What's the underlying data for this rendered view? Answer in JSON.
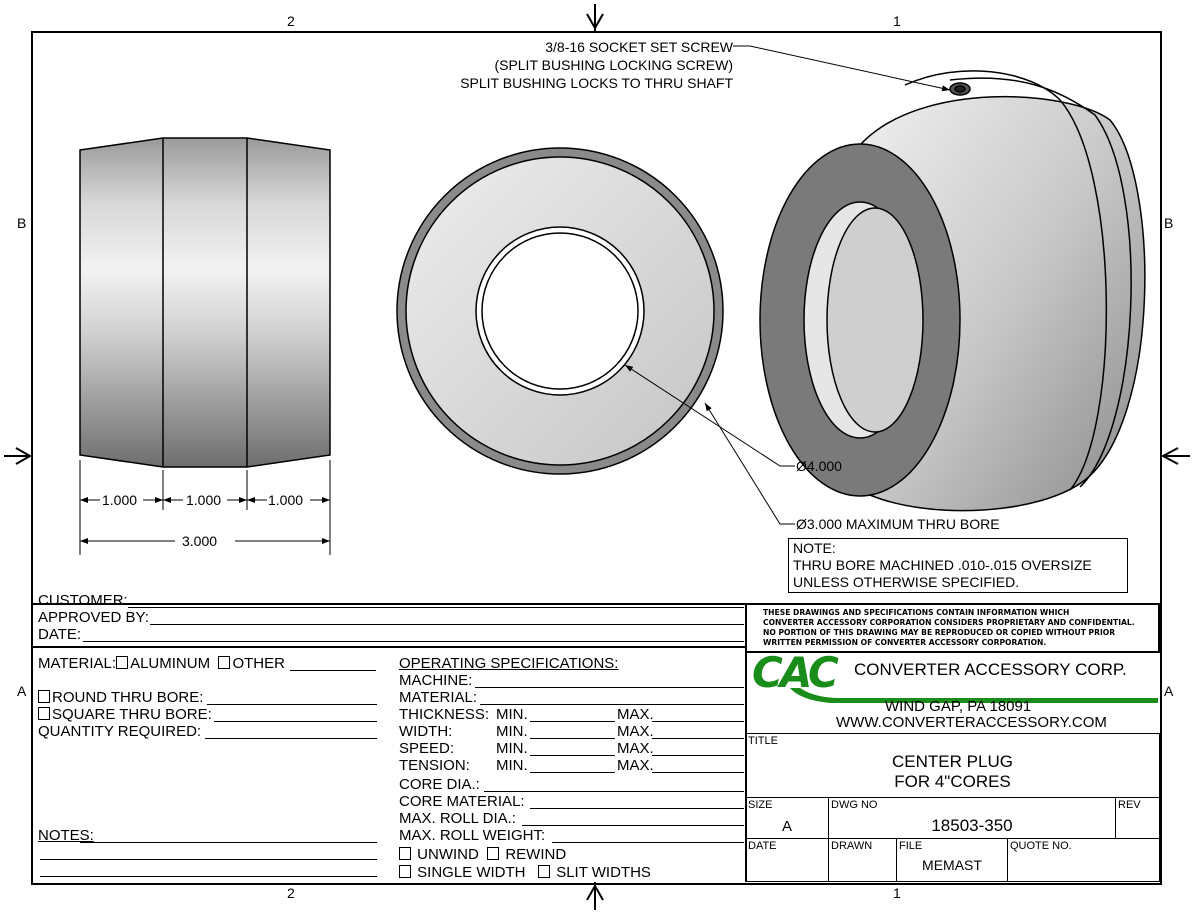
{
  "zones": {
    "top_left": "2",
    "top_right": "1",
    "bottom_left": "2",
    "bottom_right": "1",
    "left_upper": "B",
    "left_lower": "A",
    "right_upper": "B",
    "right_lower": "A"
  },
  "callouts": {
    "set_screw": [
      "3/8-16 SOCKET SET SCREW",
      "(SPLIT BUSHING LOCKING SCREW)",
      "SPLIT BUSHING LOCKS TO THRU SHAFT"
    ],
    "outer_dia": "Ø4.000",
    "bore": "Ø3.000 MAXIMUM THRU BORE",
    "note": [
      "NOTE:",
      "THRU BORE MACHINED .010-.015 OVERSIZE",
      "UNLESS OTHERWISE SPECIFIED."
    ]
  },
  "dimensions": {
    "seg1": "1.000",
    "seg2": "1.000",
    "seg3": "1.000",
    "overall": "3.000"
  },
  "form": {
    "customer": "CUSTOMER:",
    "approved_by": "APPROVED BY:",
    "date": "DATE:",
    "material": "MATERIAL:",
    "aluminum": "ALUMINUM",
    "other": "OTHER",
    "round_bore": "ROUND THRU BORE:",
    "square_bore": "SQUARE THRU BORE:",
    "quantity": "QUANTITY REQUIRED:",
    "notes": "NOTES:"
  },
  "specs": {
    "heading": "OPERATING SPECIFICATIONS:",
    "machine": "MACHINE:",
    "material": "MATERIAL:",
    "thickness": "THICKNESS:",
    "width": "WIDTH:",
    "speed": "SPEED:",
    "tension": "TENSION:",
    "min": "MIN.",
    "max": "MAX.",
    "core_dia": "CORE DIA.:",
    "core_material": "CORE MATERIAL:",
    "max_roll_dia": "MAX. ROLL DIA.:",
    "max_roll_weight": "MAX. ROLL WEIGHT:",
    "unwind": "UNWIND",
    "rewind": "REWIND",
    "single_width": "SINGLE WIDTH",
    "slit_widths": "SLIT WIDTHS"
  },
  "title_block": {
    "legal": [
      "THESE DRAWINGS AND SPECIFICATIONS CONTAIN INFORMATION WHICH",
      "CONVERTER ACCESSORY CORPORATION CONSIDERS PROPRIETARY AND CONFIDENTIAL.",
      "NO PORTION OF THIS DRAWING MAY BE REPRODUCED OR COPIED WITHOUT PRIOR",
      "WRITTEN PERMISSION OF CONVERTER ACCESSORY CORPORATION."
    ],
    "logo": "CAC",
    "company": "CONVERTER ACCESSORY CORP.",
    "address": "WIND GAP, PA 18091",
    "website": "WWW.CONVERTERACCESSORY.COM",
    "title_label": "TITLE",
    "title": [
      "CENTER PLUG",
      "FOR 4\"CORES"
    ],
    "size_label": "SIZE",
    "size": "A",
    "dwg_label": "DWG NO",
    "dwg_no": "18503-350",
    "rev_label": "REV",
    "date_label": "DATE",
    "drawn_label": "DRAWN",
    "file_label": "FILE",
    "file": "MEMAST",
    "quote_label": "QUOTE NO."
  },
  "colors": {
    "brand_green": "#1a8c1a"
  }
}
